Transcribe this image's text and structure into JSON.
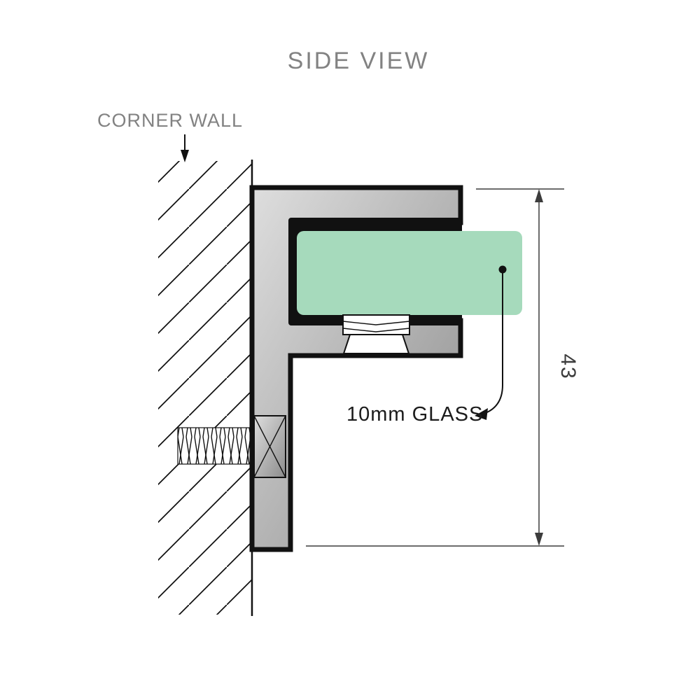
{
  "title": "SIDE VIEW",
  "annotations": {
    "corner_wall": "CORNER WALL",
    "glass": "10mm GLASS",
    "dimension": "43"
  },
  "colors": {
    "label_gray": "#828282",
    "ink": "#111111",
    "bracket_light": "#dedede",
    "bracket_dark": "#8c8c8c",
    "glass_green": "#a6dabc",
    "dimension_line": "#3c3c3c"
  }
}
